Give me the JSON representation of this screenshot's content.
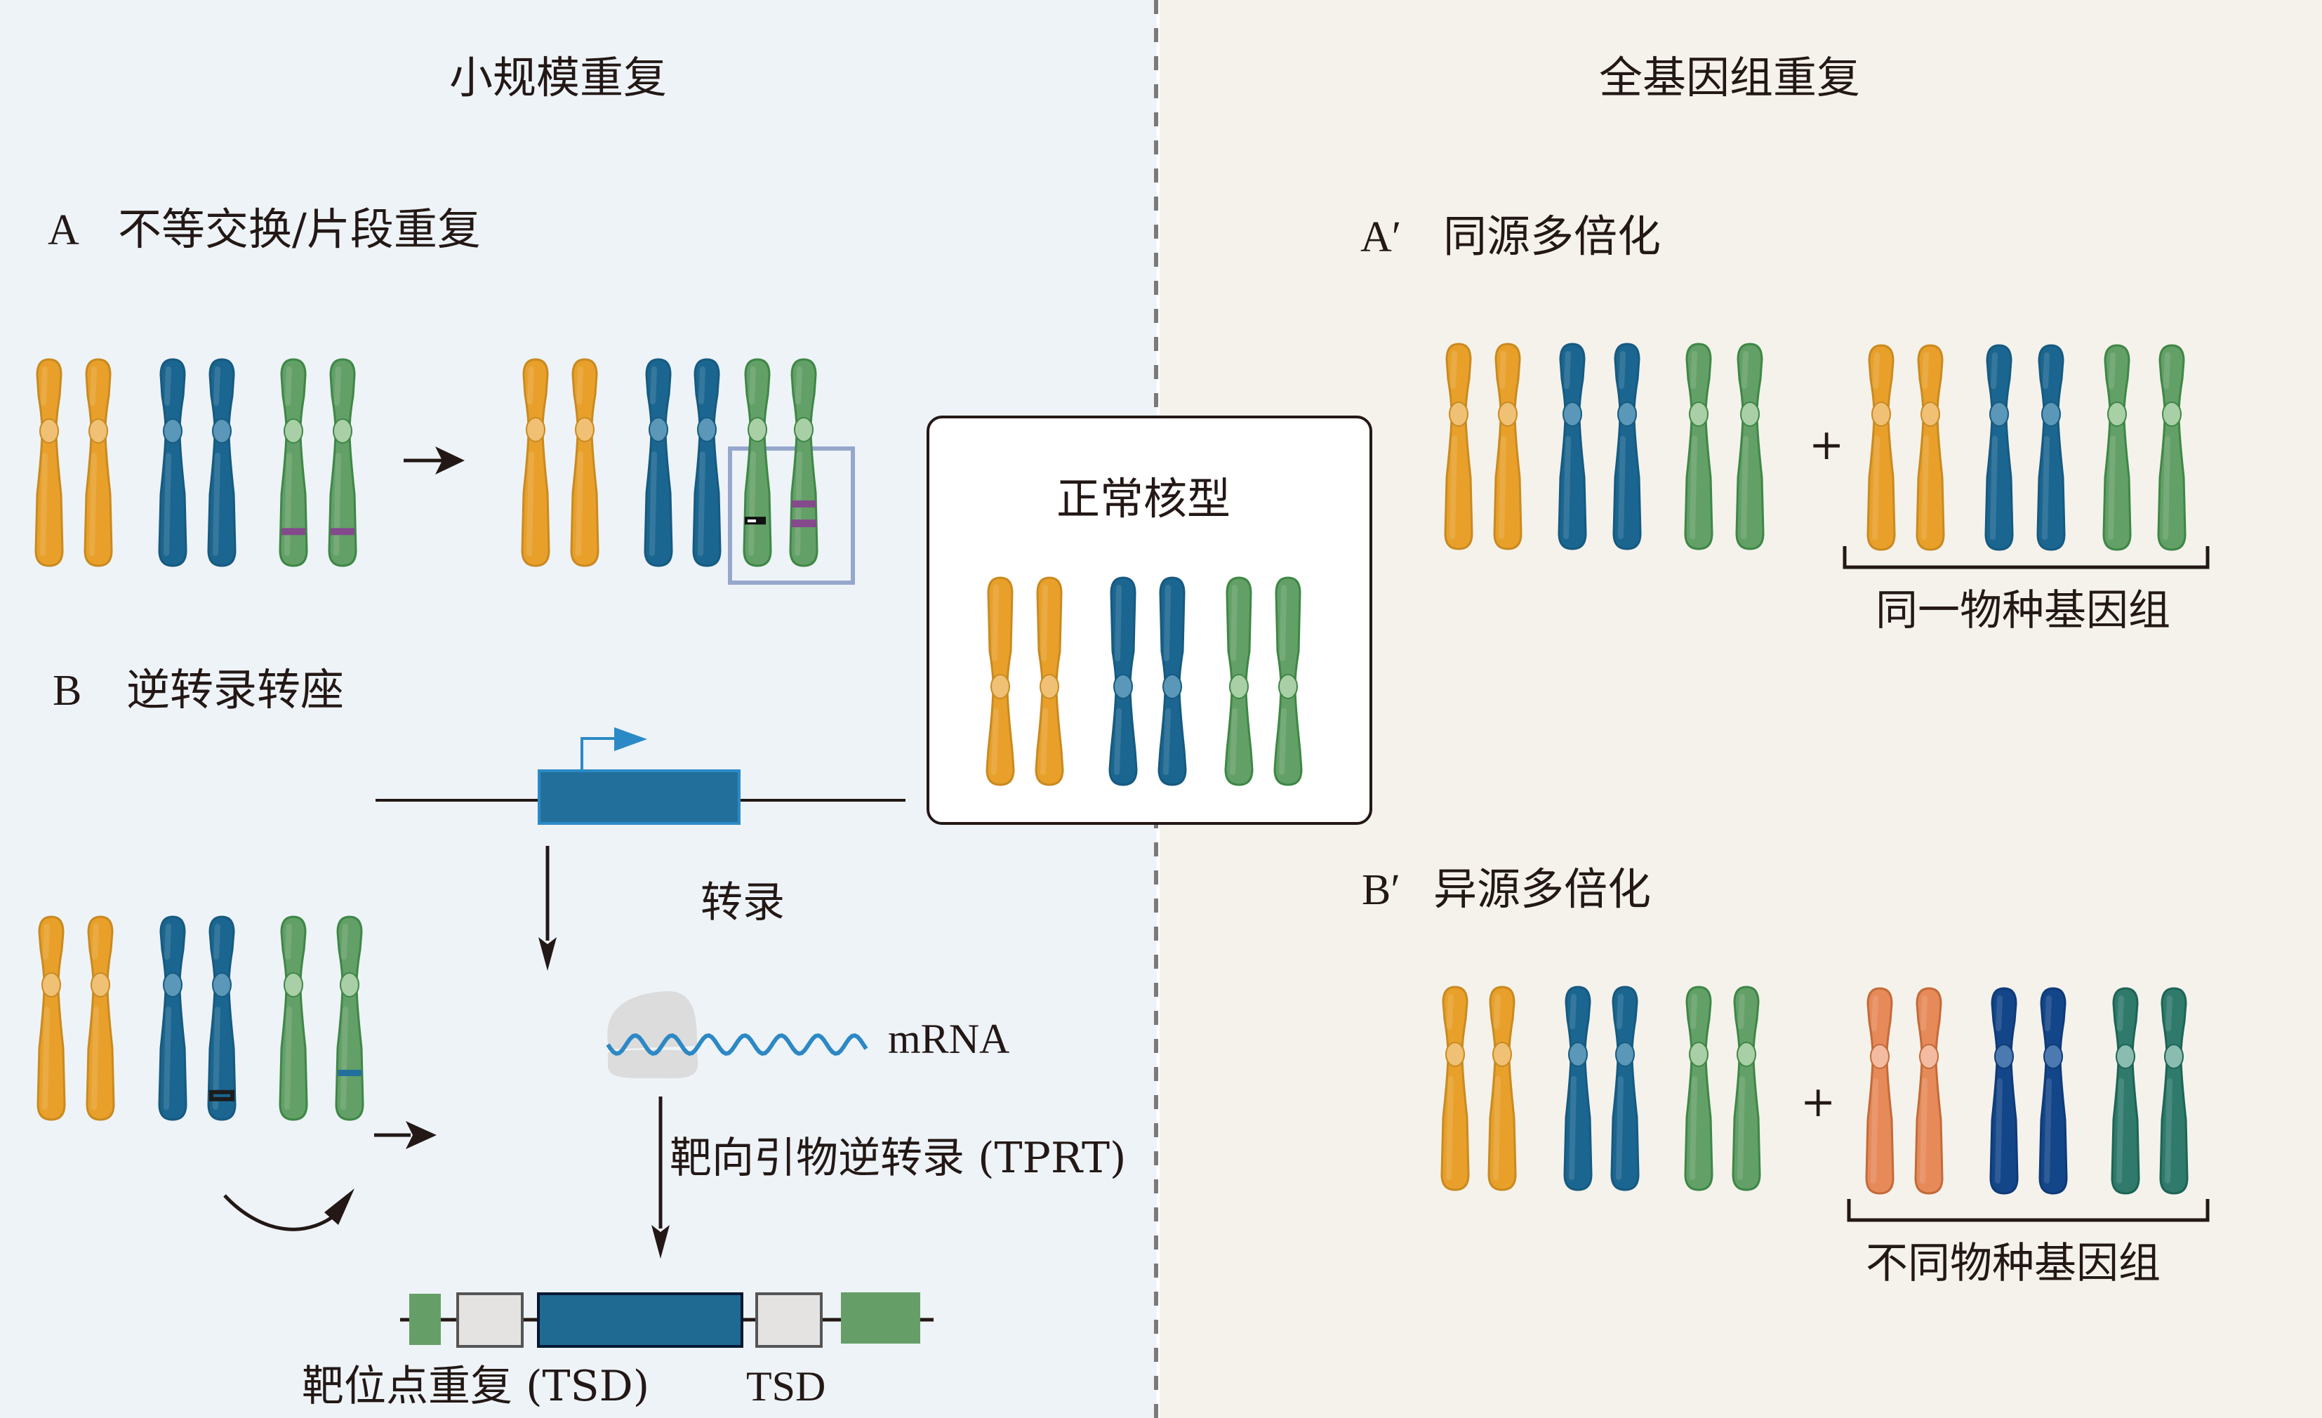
{
  "sections": {
    "small_scale": {
      "title": "小规模重复"
    },
    "whole_genome": {
      "title": "全基因组重复"
    }
  },
  "panel_a": {
    "letter": "A",
    "title": "不等交换/片段重复"
  },
  "panel_b": {
    "letter": "B",
    "title": "逆转录转座",
    "steps": {
      "transcription": "转录",
      "mrna": "mRNA",
      "tprt": "靶向引物逆转录 (TPRT)"
    },
    "labels": {
      "tsd_left": "靶位点重复 (TSD)",
      "tsd_right": "TSD"
    }
  },
  "normal_karyotype": {
    "title": "正常核型"
  },
  "panel_a_prime": {
    "letter": "A′",
    "title": "同源多倍化",
    "plus": "+",
    "bracket_label": "同一物种基因组"
  },
  "panel_b_prime": {
    "letter": "B′",
    "title": "异源多倍化",
    "plus": "+",
    "bracket_label": "不同物种基因组"
  },
  "colors": {
    "background_left": "#eef3f8",
    "background_right": "#f5f2ec",
    "chrom_orange": "#e8a02b",
    "chrom_blue": "#1b6690",
    "chrom_green": "#63a067",
    "chrom_salmon": "#e68a5a",
    "chrom_navy": "#134689",
    "chrom_teal": "#2f7a6b",
    "segment_purple": "#844a8c",
    "gene_blue": "#236f9c",
    "promoter_arrow": "#2b8ac6",
    "mrna_blue": "#2d88c4",
    "flank_green": "#659f67",
    "tsd_grey": "#e4e3e1",
    "highlight_box": "#96a7cc"
  },
  "karyotypes": {
    "panel_a_before": [
      "orange",
      "orange",
      "blue",
      "blue",
      "green:band",
      "green:band"
    ],
    "panel_a_after": [
      "orange",
      "orange",
      "blue",
      "blue",
      "green:deletion",
      "green:double-band"
    ],
    "normal": [
      "orange",
      "orange",
      "blue",
      "blue",
      "green",
      "green"
    ],
    "panel_b": [
      "orange",
      "orange",
      "blue",
      "blue:source",
      "green",
      "green:insert"
    ],
    "panel_a_prime_first": [
      "orange",
      "orange",
      "blue",
      "blue",
      "green",
      "green"
    ],
    "panel_a_prime_second": [
      "orange",
      "orange",
      "blue",
      "blue",
      "green",
      "green"
    ],
    "panel_b_prime_first": [
      "orange",
      "orange",
      "blue",
      "blue",
      "green",
      "green"
    ],
    "panel_b_prime_second": [
      "salmon",
      "salmon",
      "navy",
      "navy",
      "teal",
      "teal"
    ]
  }
}
